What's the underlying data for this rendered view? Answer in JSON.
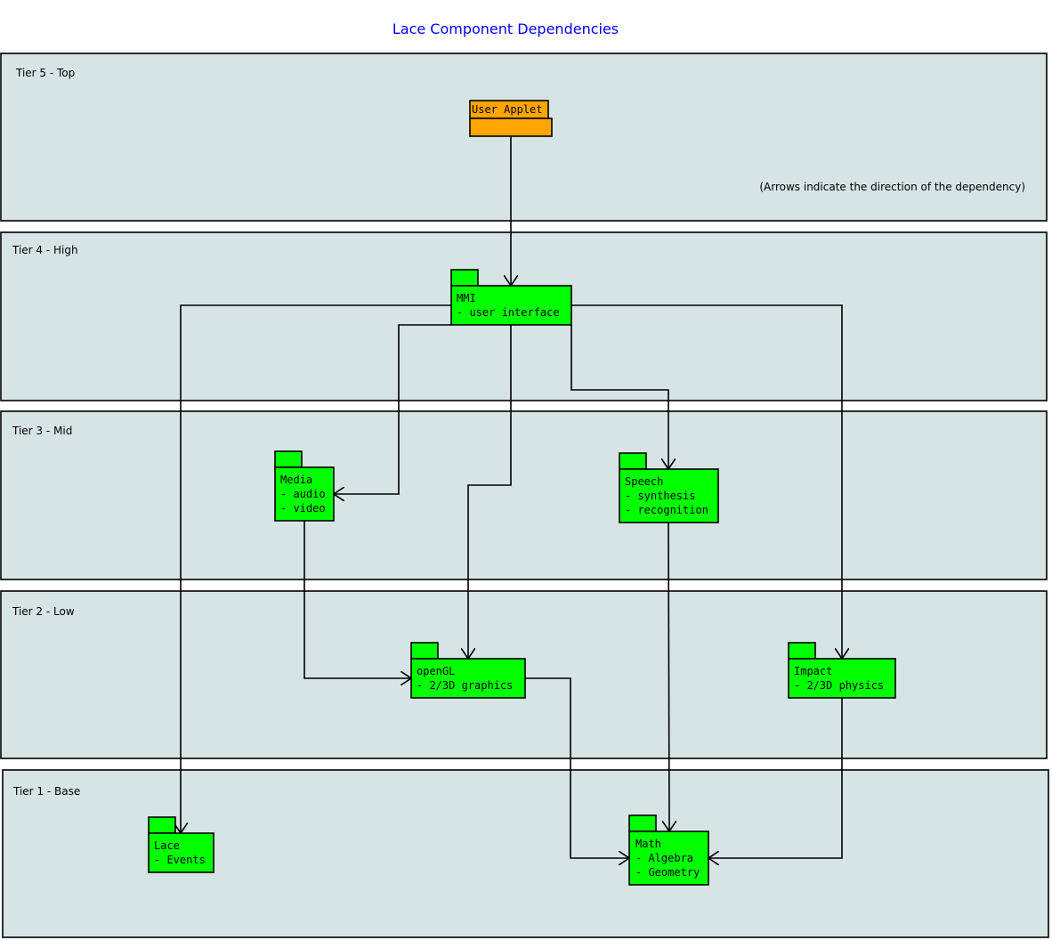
{
  "title": "Lace Component Dependencies",
  "colors": {
    "title": "#0000ff",
    "tier_fill": "#d7e4e4",
    "package_fill": "#00ff00",
    "applet_fill": "#ffa500"
  },
  "note": "(Arrows indicate the direction of the dependency)",
  "tiers": [
    {
      "label": "Tier 5 - Top"
    },
    {
      "label": "Tier 4 - High"
    },
    {
      "label": "Tier 3 - Mid"
    },
    {
      "label": "Tier 2 - Low"
    },
    {
      "label": "Tier 1 - Base"
    }
  ],
  "packages": {
    "applet": {
      "name": "User Applet"
    },
    "mmi": {
      "lines": [
        "MMI",
        "- user interface"
      ]
    },
    "media": {
      "lines": [
        "Media",
        "- audio",
        "- video"
      ]
    },
    "speech": {
      "lines": [
        "Speech",
        "- synthesis",
        "- recognition"
      ]
    },
    "opengl": {
      "lines": [
        "openGL",
        "- 2/3D graphics"
      ]
    },
    "impact": {
      "lines": [
        "Impact",
        "- 2/3D physics"
      ]
    },
    "lace": {
      "lines": [
        "Lace",
        "- Events"
      ]
    },
    "math": {
      "lines": [
        "Math",
        "- Algebra",
        "- Geometry"
      ]
    }
  },
  "dependencies": [
    {
      "from": "User Applet",
      "to": "MMI"
    },
    {
      "from": "MMI",
      "to": "Lace"
    },
    {
      "from": "MMI",
      "to": "Impact"
    },
    {
      "from": "MMI",
      "to": "Media"
    },
    {
      "from": "MMI",
      "to": "openGL"
    },
    {
      "from": "MMI",
      "to": "Speech"
    },
    {
      "from": "Media",
      "to": "openGL"
    },
    {
      "from": "Speech",
      "to": "Math"
    },
    {
      "from": "openGL",
      "to": "Math"
    },
    {
      "from": "Impact",
      "to": "Math"
    }
  ]
}
